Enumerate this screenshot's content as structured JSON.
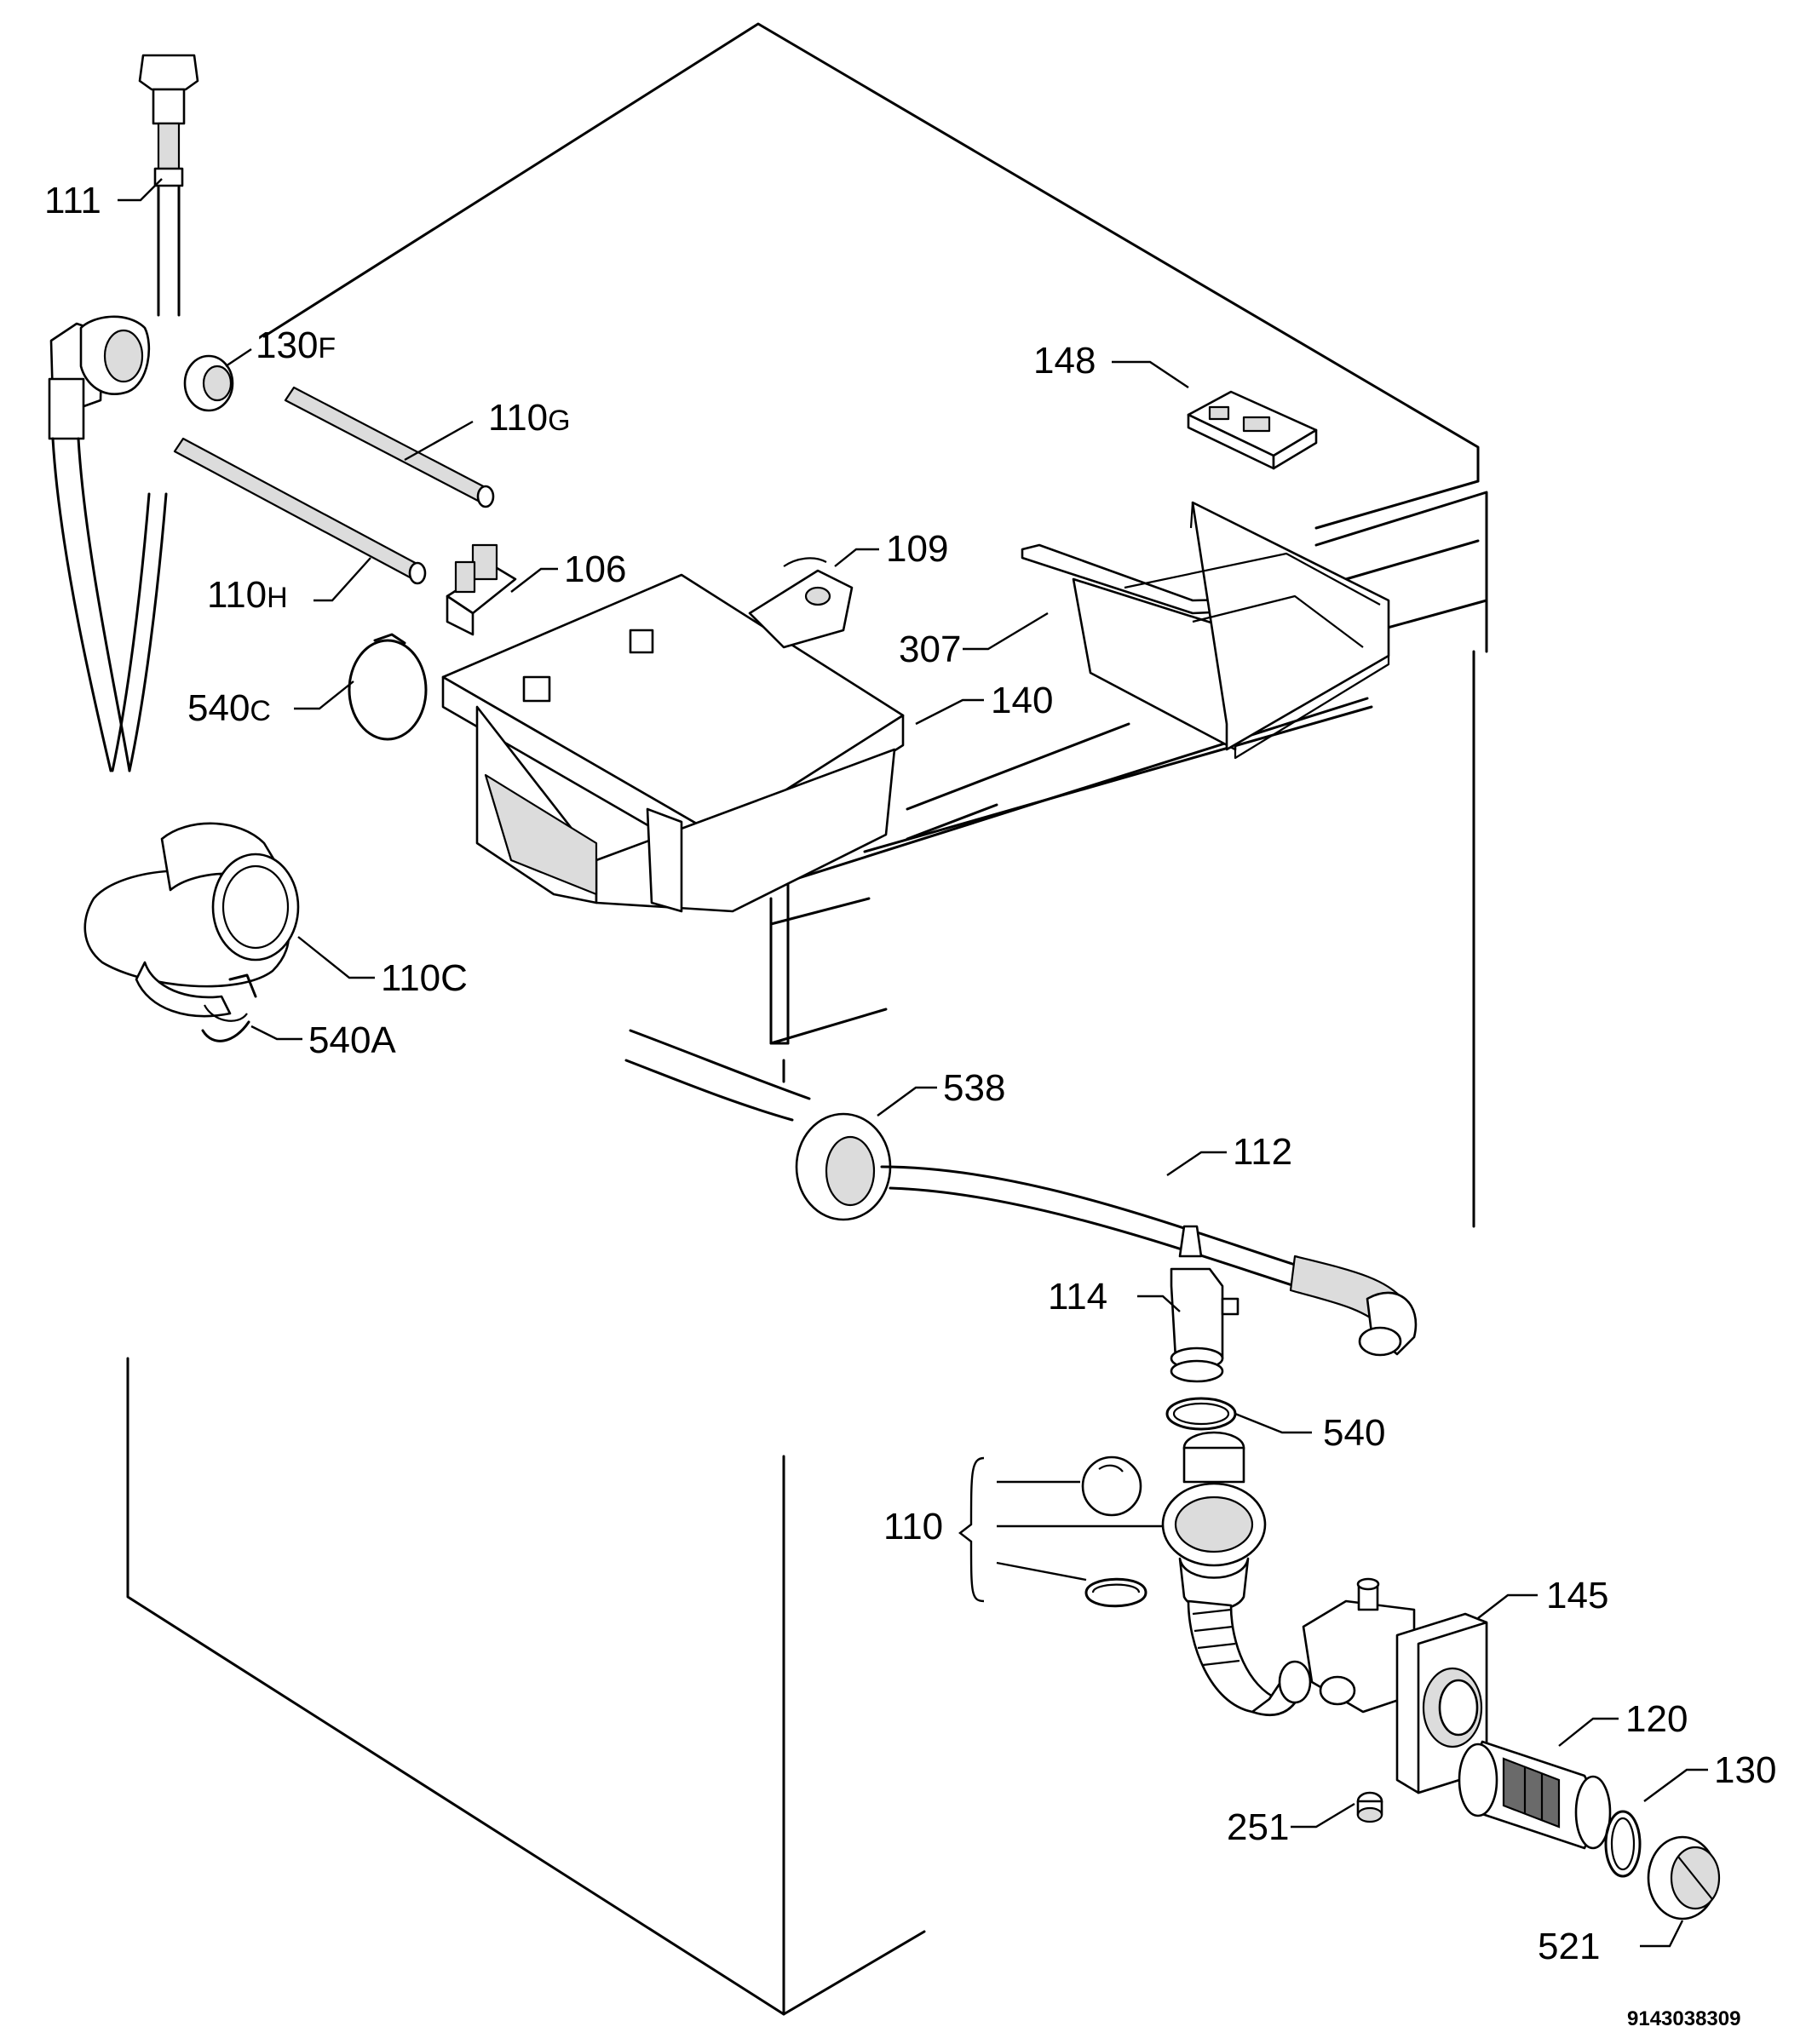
{
  "diagram": {
    "code": "9143038309",
    "labels": [
      {
        "id": "111",
        "main": "111",
        "sub": ""
      },
      {
        "id": "130F",
        "main": "130",
        "sub": "F"
      },
      {
        "id": "110G",
        "main": "110",
        "sub": "G"
      },
      {
        "id": "110H",
        "main": "110",
        "sub": "H"
      },
      {
        "id": "106",
        "main": "106",
        "sub": ""
      },
      {
        "id": "109",
        "main": "109",
        "sub": ""
      },
      {
        "id": "148",
        "main": "148",
        "sub": ""
      },
      {
        "id": "307",
        "main": "307",
        "sub": ""
      },
      {
        "id": "540C",
        "main": "540",
        "sub": "C"
      },
      {
        "id": "140",
        "main": "140",
        "sub": ""
      },
      {
        "id": "110C",
        "main": "110C",
        "sub": ""
      },
      {
        "id": "540A",
        "main": "540A",
        "sub": ""
      },
      {
        "id": "538",
        "main": "538",
        "sub": ""
      },
      {
        "id": "112",
        "main": "112",
        "sub": ""
      },
      {
        "id": "114",
        "main": "114",
        "sub": ""
      },
      {
        "id": "540",
        "main": "540",
        "sub": ""
      },
      {
        "id": "110",
        "main": "110",
        "sub": ""
      },
      {
        "id": "145",
        "main": "145",
        "sub": ""
      },
      {
        "id": "120",
        "main": "120",
        "sub": ""
      },
      {
        "id": "130",
        "main": "130",
        "sub": ""
      },
      {
        "id": "251",
        "main": "251",
        "sub": ""
      },
      {
        "id": "521",
        "main": "521",
        "sub": ""
      }
    ]
  }
}
